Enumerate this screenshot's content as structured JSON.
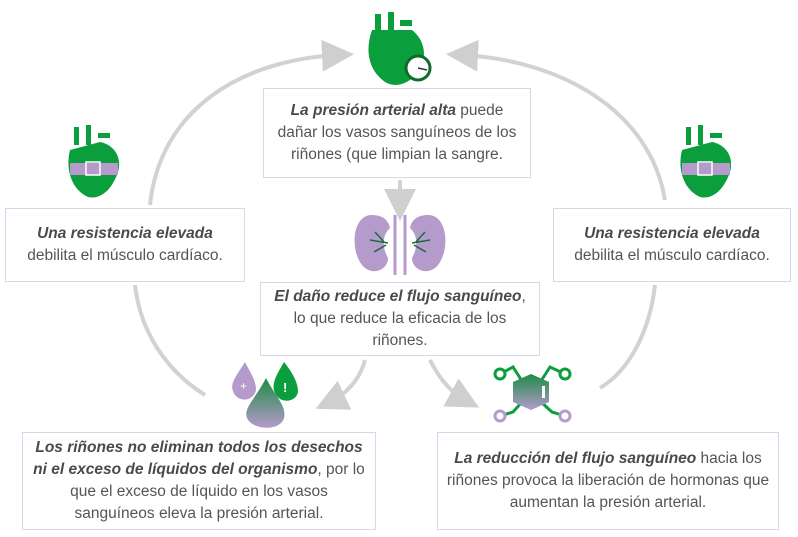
{
  "boxes": {
    "top": {
      "bold": "La presión arterial alta",
      "text": " puede dañar los vasos sanguíneos de los riñones (que limpian la sangre."
    },
    "left": {
      "bold": "Una resistencia elevada",
      "text": " debilita el músculo cardíaco."
    },
    "right": {
      "bold": "Una resistencia elevada",
      "text": " debilita el músculo cardíaco."
    },
    "center": {
      "bold": "El daño reduce el flujo sanguíneo",
      "text": ", lo que reduce la eficacia de los riñones."
    },
    "bottom_left": {
      "bold": "Los riñones no eliminan todos los desechos ni el exceso de líquidos del organismo",
      "text": ", por lo que el exceso de líquido en los vasos sanguíneos eleva la presión arterial."
    },
    "bottom_right": {
      "bold": "La reducción del flujo sanguíneo",
      "text": "  hacia los riñones provoca la liberación de hormonas que aumentan la presión arterial."
    }
  },
  "colors": {
    "green": "#0a9e3c",
    "purple": "#b49bcc",
    "arrow": "#cfcfcf",
    "border": "#ddd3ea"
  }
}
